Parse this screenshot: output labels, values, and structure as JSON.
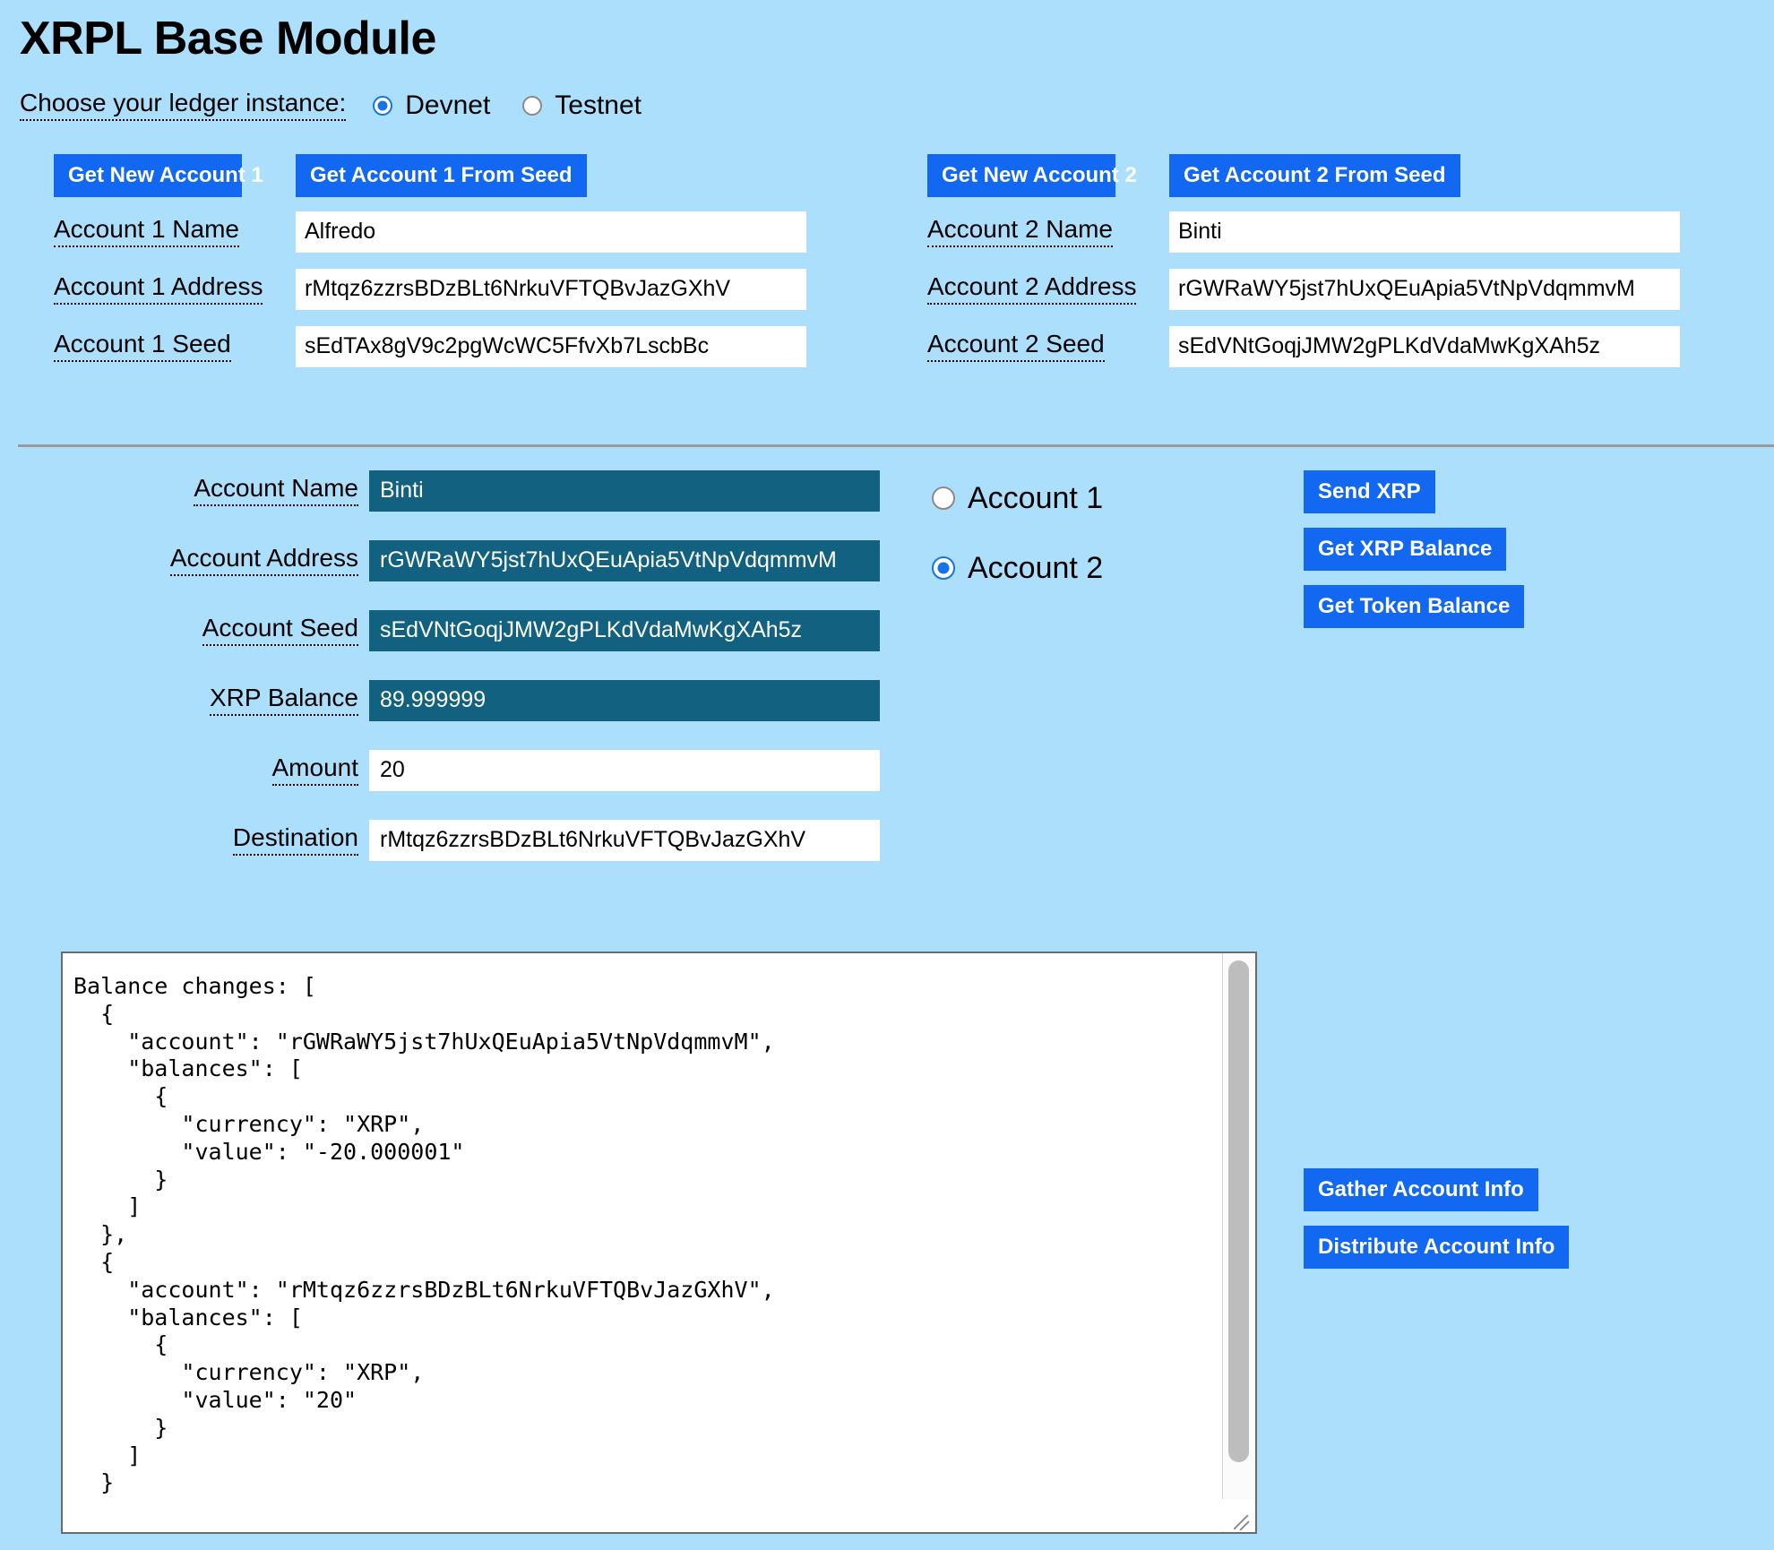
{
  "page": {
    "title": "XRPL Base Module",
    "background_color": "#ACDFFC",
    "button_color": "#1268F0",
    "field_dark_color": "#126181"
  },
  "ledger": {
    "label": "Choose your ledger instance:",
    "options": [
      {
        "label": "Devnet",
        "selected": true
      },
      {
        "label": "Testnet",
        "selected": false
      }
    ]
  },
  "account1": {
    "new_button": "Get New Account 1",
    "seed_button": "Get Account 1 From Seed",
    "name_label": "Account 1 Name",
    "name_value": "Alfredo",
    "address_label": "Account 1 Address",
    "address_value": "rMtqz6zzrsBDzBLt6NrkuVFTQBvJazGXhV",
    "seed_label": "Account 1 Seed",
    "seed_value": "sEdTAx8gV9c2pgWcWC5FfvXb7LscbBc"
  },
  "account2": {
    "new_button": "Get New Account 2",
    "seed_button": "Get Account 2 From Seed",
    "name_label": "Account 2 Name",
    "name_value": "Binti",
    "address_label": "Account 2 Address",
    "address_value": "rGWRaWY5jst7hUxQEuApia5VtNpVdqmmvM",
    "seed_label": "Account 2 Seed",
    "seed_value": "sEdVNtGoqjJMW2gPLKdVdaMwKgXAh5z"
  },
  "active_account": {
    "name_label": "Account Name",
    "name_value": "Binti",
    "address_label": "Account Address",
    "address_value": "rGWRaWY5jst7hUxQEuApia5VtNpVdqmmvM",
    "seed_label": "Account Seed",
    "seed_value": "sEdVNtGoqjJMW2gPLKdVdaMwKgXAh5z",
    "balance_label": "XRP Balance",
    "balance_value": "89.999999",
    "amount_label": "Amount",
    "amount_value": "20",
    "destination_label": "Destination",
    "destination_value": "rMtqz6zzrsBDzBLt6NrkuVFTQBvJazGXhV",
    "selector": [
      {
        "label": "Account 1",
        "selected": false
      },
      {
        "label": "Account 2",
        "selected": true
      }
    ]
  },
  "actions": {
    "send_xrp": "Send XRP",
    "get_xrp_balance": "Get XRP Balance",
    "get_token_balance": "Get Token Balance",
    "gather_account_info": "Gather Account Info",
    "distribute_account_info": "Distribute Account Info"
  },
  "output": {
    "text": "Balance changes: [\n  {\n    \"account\": \"rGWRaWY5jst7hUxQEuApia5VtNpVdqmmvM\",\n    \"balances\": [\n      {\n        \"currency\": \"XRP\",\n        \"value\": \"-20.000001\"\n      }\n    ]\n  },\n  {\n    \"account\": \"rMtqz6zzrsBDzBLt6NrkuVFTQBvJazGXhV\",\n    \"balances\": [\n      {\n        \"currency\": \"XRP\",\n        \"value\": \"20\"\n      }\n    ]\n  }"
  }
}
